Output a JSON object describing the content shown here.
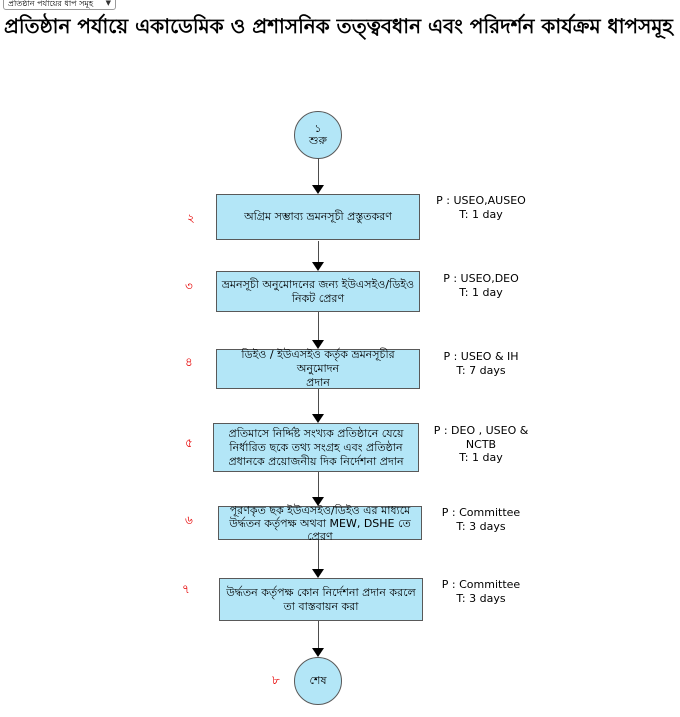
{
  "page": {
    "title": "প্রতিষ্ঠান পর্যায়ে একাডেমিক ও প্রশাসনিক তত্ত্ববধান এবং পরিদর্শন কার্যক্রম ধাপসমূহ",
    "dropdown": {
      "value": "প্রতিষ্ঠান পর্যায়ের ধাপ সমূহ",
      "arrow_icon": "▼"
    }
  },
  "flowchart": {
    "colors": {
      "node_fill": "#b3e6f7",
      "node_border": "#595959",
      "step_number_color": "#e60000",
      "arrow_color": "#000000"
    },
    "start": {
      "number": "১",
      "label": "শুরু"
    },
    "end": {
      "number": "৮",
      "label": "শেষ"
    },
    "steps": [
      {
        "number": "২",
        "lines": [
          "অগ্রিম সম্ভাব্য ভ্রমনসূচী প্রস্তুতকরণ"
        ],
        "annotation": [
          "P : USEO,AUSEO",
          "T: 1 day"
        ]
      },
      {
        "number": "৩",
        "lines": [
          "ভ্রমনসূচী অনুমোদনের জন্য ইউএসইও/ডিইও",
          "নিকট  প্রেরণ"
        ],
        "annotation": [
          "P : USEO,DEO",
          "T: 1 day"
        ]
      },
      {
        "number": "৪",
        "lines": [
          "ডিইও / ইউএসইও কর্তৃক ভ্রমনসূচীর অনুমোদন",
          "প্রদান"
        ],
        "annotation": [
          "P : USEO & IH",
          "T: 7 days"
        ]
      },
      {
        "number": "৫",
        "lines": [
          "প্রতিমাসে নির্দ্দিষ্ট সংখ্যক প্রতিষ্ঠানে যেয়ে",
          "নির্ধারিত ছকে তথ্য সংগ্রহ এবং প্রতিষ্ঠান",
          "প্রধানকে প্রয়োজনীয় দিক নির্দেশনা প্রদান"
        ],
        "annotation": [
          "P : DEO , USEO &",
          "NCTB",
          "T: 1 day"
        ]
      },
      {
        "number": "৬",
        "lines": [
          "পূরণকৃত ছক ইউএসইও/ডিইও  এর মাধ্যমে",
          "উর্দ্ধতন কর্তৃপক্ষ অথবা MEW, DSHE তে প্রেরণ"
        ],
        "annotation": [
          "P : Committee",
          "T: 3 days"
        ]
      },
      {
        "number": "৭",
        "lines": [
          "উর্দ্ধতন কর্তৃপক্ষ কোন নির্দেশনা প্রদান করলে",
          "তা বাস্তবায়ন করা"
        ],
        "annotation": [
          "P : Committee",
          "T: 3 days"
        ]
      }
    ]
  }
}
